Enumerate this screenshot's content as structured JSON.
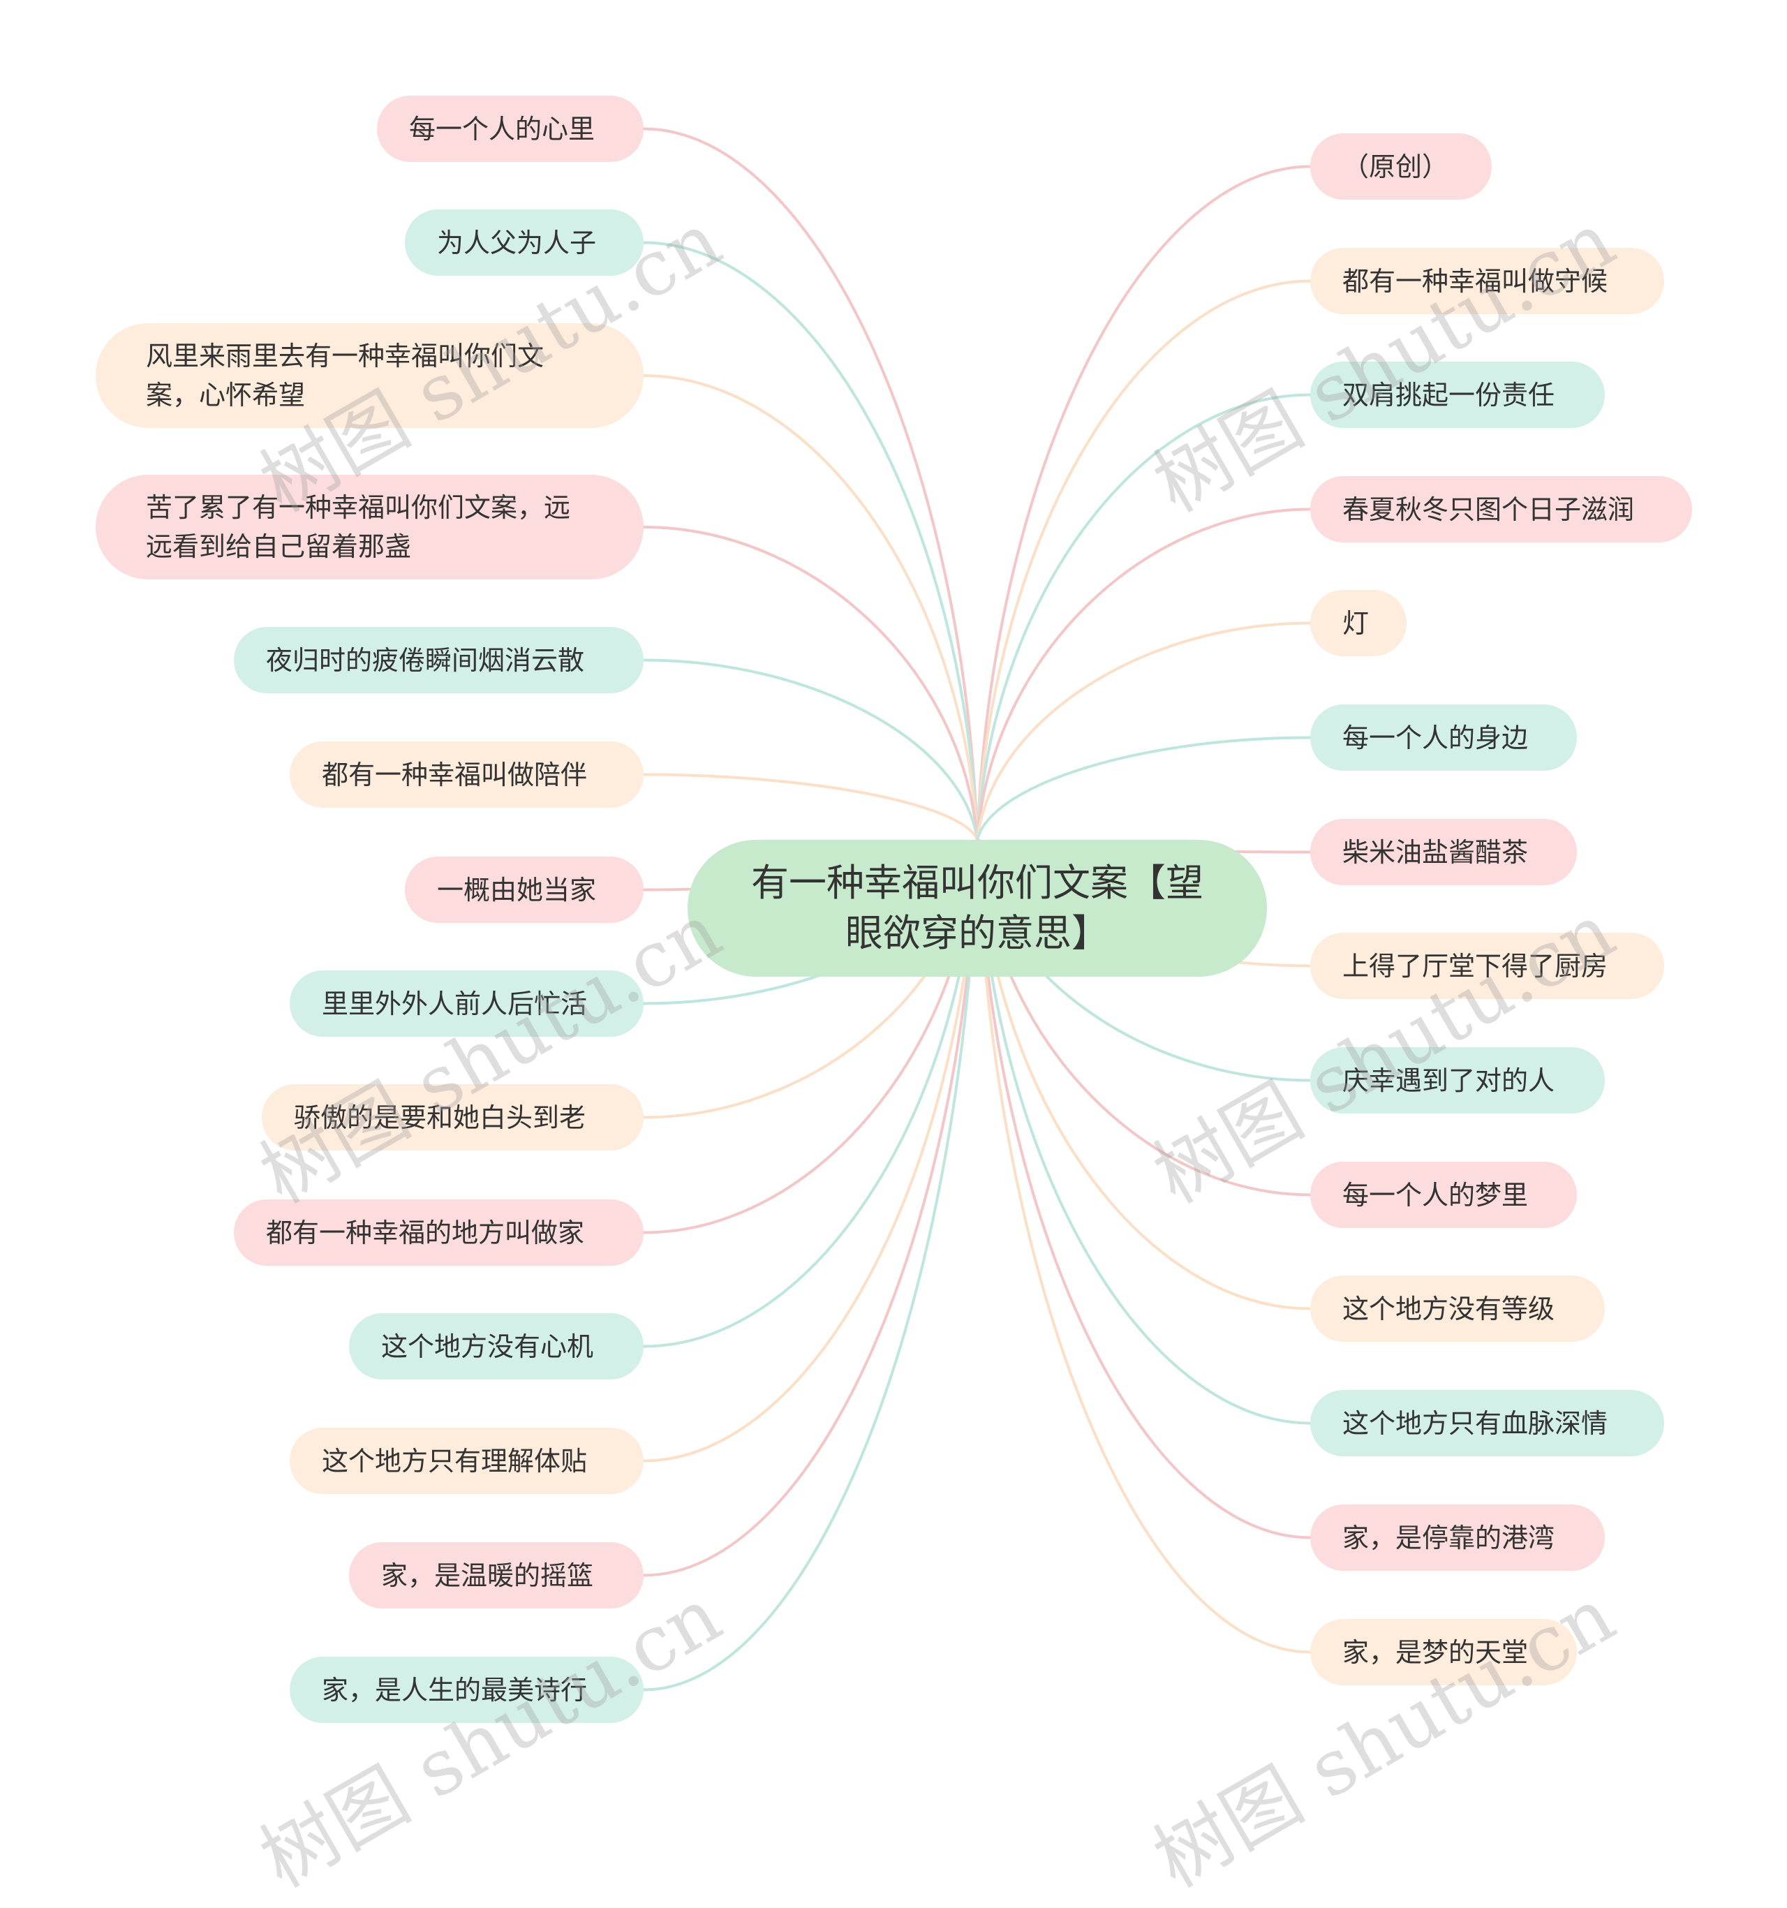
{
  "center": "有一种幸福叫你们文案【望眼欲穿的意思】",
  "colors": {
    "pink": "#fcdcdc",
    "mint": "#d2efe8",
    "peach": "#feecdc",
    "center": "#c6eacb",
    "pink_line": "#f3c7c7",
    "mint_line": "#bfe6de",
    "peach_line": "#fbe0c7"
  },
  "left": [
    {
      "text": "每一个人的心里",
      "color": "pink"
    },
    {
      "text": "为人父为人子",
      "color": "mint"
    },
    {
      "text": "风里来雨里去有一种幸福叫你们文案，心怀希望",
      "color": "peach"
    },
    {
      "text": "苦了累了有一种幸福叫你们文案，远远看到给自己留着那盏",
      "color": "pink"
    },
    {
      "text": "夜归时的疲倦瞬间烟消云散",
      "color": "mint"
    },
    {
      "text": "都有一种幸福叫做陪伴",
      "color": "peach"
    },
    {
      "text": "一概由她当家",
      "color": "pink"
    },
    {
      "text": "里里外外人前人后忙活",
      "color": "mint"
    },
    {
      "text": "骄傲的是要和她白头到老",
      "color": "peach"
    },
    {
      "text": "都有一种幸福的地方叫做家",
      "color": "pink"
    },
    {
      "text": "这个地方没有心机",
      "color": "mint"
    },
    {
      "text": "这个地方只有理解体贴",
      "color": "peach"
    },
    {
      "text": "家，是温暖的摇篮",
      "color": "pink"
    },
    {
      "text": "家，是人生的最美诗行",
      "color": "mint"
    }
  ],
  "right": [
    {
      "text": "（原创）",
      "color": "pink"
    },
    {
      "text": "都有一种幸福叫做守候",
      "color": "peach"
    },
    {
      "text": "双肩挑起一份责任",
      "color": "mint"
    },
    {
      "text": "春夏秋冬只图个日子滋润",
      "color": "pink"
    },
    {
      "text": "灯",
      "color": "peach"
    },
    {
      "text": "每一个人的身边",
      "color": "mint"
    },
    {
      "text": "柴米油盐酱醋茶",
      "color": "pink"
    },
    {
      "text": "上得了厅堂下得了厨房",
      "color": "peach"
    },
    {
      "text": "庆幸遇到了对的人",
      "color": "mint"
    },
    {
      "text": "每一个人的梦里",
      "color": "pink"
    },
    {
      "text": "这个地方没有等级",
      "color": "peach"
    },
    {
      "text": "这个地方只有血脉深情",
      "color": "mint"
    },
    {
      "text": "家，是停靠的港湾",
      "color": "pink"
    },
    {
      "text": "家，是梦的天堂",
      "color": "peach"
    }
  ],
  "watermark": "树图 shutu.cn"
}
